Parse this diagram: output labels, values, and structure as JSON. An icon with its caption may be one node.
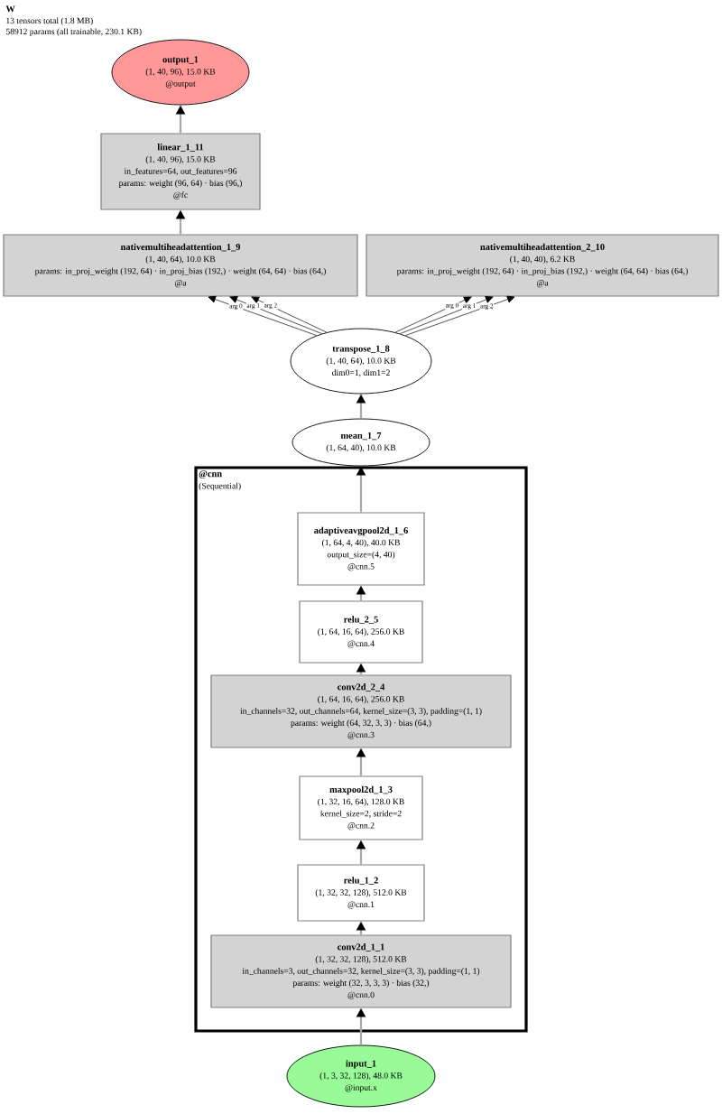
{
  "diagram": {
    "title": "W",
    "labels": [
      "13 tensors total (1.8 MB)",
      "58912 params (all trainable, 230.1 KB)"
    ],
    "nodes": [
      {
        "text": [
          "output_1",
          "(1, 40, 96), 15.0 KB",
          "@output"
        ]
      },
      {
        "text": [
          "linear_1_11",
          "(1, 40, 96), 15.0 KB",
          "in_features=64, out_features=96",
          "params: weight (96, 64) · bias (96,)",
          "@fc"
        ]
      },
      {
        "text": [
          "nativemultiheadattention_1_9",
          "(1, 40, 64), 10.0 KB",
          "params: in_proj_weight (192, 64) · in_proj_bias (192,) · weight (64, 64) · bias (64,)",
          "@a"
        ]
      },
      {
        "text": [
          "nativemultiheadattention_2_10",
          "(1, 40, 40), 6.2 KB",
          "params: in_proj_weight (192, 64) · in_proj_bias (192,) · weight (64, 64) · bias (64,)",
          "@a"
        ]
      },
      {
        "text": [
          "transpose_1_8",
          "(1, 40, 64), 10.0 KB",
          "dim0=1, dim1=2"
        ]
      },
      {
        "text": [
          "mean_1_7",
          "(1, 64, 40), 10.0 KB"
        ]
      },
      {
        "text": [
          "@cnn",
          "(Sequential)"
        ]
      },
      {
        "text": [
          "adaptiveavgpool2d_1_6",
          "(1, 64, 4, 40), 40.0 KB",
          "output_size=(4, 40)",
          "@cnn.5"
        ],
        "in": 6
      },
      {
        "text": [
          "relu_2_5",
          "(1, 64, 16, 64), 256.0 KB",
          "@cnn.4"
        ],
        "in": 6
      },
      {
        "text": [
          "conv2d_2_4",
          "(1, 64, 16, 64), 256.0 KB",
          "in_channels=32, out_channels=64, kernel_size=(3, 3), padding=(1, 1)",
          "params: weight (64, 32, 3, 3) · bias (64,)",
          "@cnn.3"
        ],
        "in": 6
      },
      {
        "text": [
          "maxpool2d_1_3",
          "(1, 32, 16, 64), 128.0 KB",
          "kernel_size=2, stride=2",
          "@cnn.2"
        ],
        "in": 6
      },
      {
        "text": [
          "relu_1_2",
          "(1, 32, 32, 128), 512.0 KB",
          "@cnn.1"
        ],
        "in": 6
      },
      {
        "text": [
          "conv2d_1_1",
          "(1, 32, 32, 128), 512.0 KB",
          "in_channels=3, out_channels=32, kernel_size=(3, 3), padding=(1, 1)",
          "params: weight (32, 3, 3, 3) · bias (32,)",
          "@cnn.0"
        ],
        "in": 6
      },
      {
        "text": [
          "input_1",
          "(1, 3, 32, 128), 48.0 KB",
          "@input.x"
        ]
      }
    ],
    "edges": [
      {
        "from": 13,
        "to": 12,
        "arrow": "to"
      },
      {
        "from": 12,
        "to": 11,
        "arrow": "to"
      },
      {
        "from": 11,
        "to": 10,
        "arrow": "to"
      },
      {
        "from": 10,
        "to": 9,
        "arrow": "to"
      },
      {
        "from": 9,
        "to": 8,
        "arrow": "to"
      },
      {
        "from": 8,
        "to": 7,
        "arrow": "to"
      },
      {
        "from": 7,
        "to": 5,
        "arrow": "to"
      },
      {
        "from": 5,
        "to": 4,
        "arrow": "to"
      },
      {
        "from": 4,
        "to": 2,
        "arrow": "to",
        "label": "arg 0",
        "color": "#404040"
      },
      {
        "from": 4,
        "to": 2,
        "arrow": "to",
        "label": "arg 1",
        "color": "#404040"
      },
      {
        "from": 4,
        "to": 2,
        "arrow": "to",
        "label": "arg 2",
        "color": "#404040"
      },
      {
        "from": 4,
        "to": 3,
        "arrow": "to",
        "label": "arg 0",
        "color": "#404040"
      },
      {
        "from": 4,
        "to": 3,
        "arrow": "to",
        "label": "arg 1",
        "color": "#404040"
      },
      {
        "from": 4,
        "to": 3,
        "arrow": "to",
        "label": "arg 2",
        "color": "#404040"
      },
      {
        "from": 2,
        "to": 1,
        "arrow": "to"
      },
      {
        "from": 1,
        "to": 0,
        "arrow": "to"
      }
    ]
  }
}
